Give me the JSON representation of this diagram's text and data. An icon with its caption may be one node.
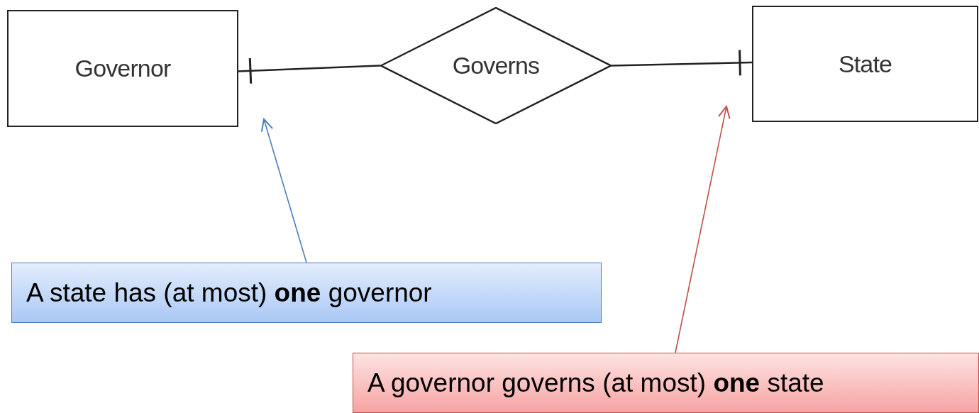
{
  "diagram": {
    "nodes": [
      {
        "text": [
          "Governor"
        ]
      },
      {
        "text": [
          "Governs"
        ]
      },
      {
        "text": [
          "State"
        ]
      },
      {
        "text": [
          "A state has (at most) **one** governor"
        ]
      },
      {
        "text": [
          "A governor governs (at most) **one** state"
        ]
      }
    ],
    "edges": [
      {
        "from": 1,
        "to": 0,
        "arrow": "other"
      },
      {
        "from": 1,
        "to": 2,
        "arrow": "other"
      },
      {
        "from": 3,
        "to": null,
        "arrow": "to",
        "color": "#4a7ebb"
      },
      {
        "from": 4,
        "to": null,
        "arrow": "to",
        "color": "#c0504d"
      }
    ]
  }
}
